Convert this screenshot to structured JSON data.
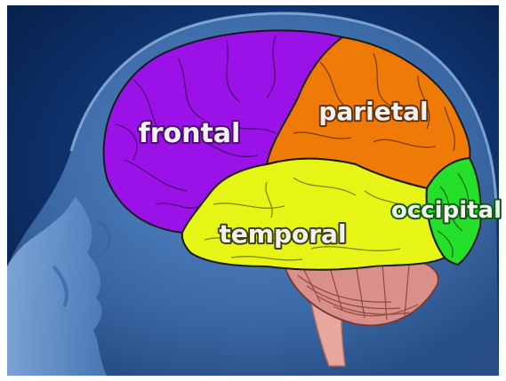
{
  "labels": {
    "frontal": "frontal",
    "parietal": "parietal",
    "temporal": "temporal",
    "occipital": "occipital"
  },
  "colors": {
    "background": "#0b2a5e",
    "head": "#3f6fa8",
    "frontal": "#9a12e8",
    "parietal": "#f07a08",
    "temporal": "#e6f516",
    "occipital": "#25e02a",
    "cerebellum": "#d9908a",
    "brainstem": "#e8a79c",
    "label_fill": "#f2f2f2"
  }
}
